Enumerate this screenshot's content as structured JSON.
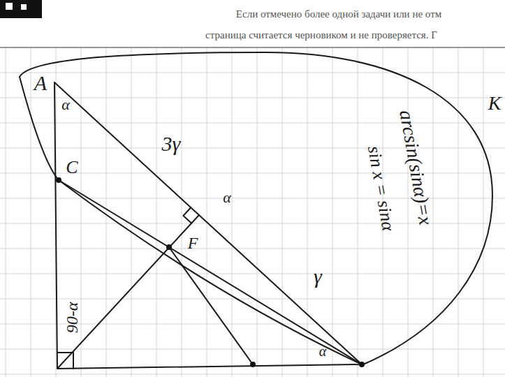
{
  "diagram": {
    "labels": [
      "Если отмечено более одной задачи или не отм",
      "страница считается черновиком и не проверяется. Г",
      "A",
      "α",
      "3γ",
      "C",
      "α",
      "F",
      "γ",
      "90-α",
      "α",
      "arcsin(sinα)=x",
      "sin x = sinα",
      "K"
    ]
  }
}
